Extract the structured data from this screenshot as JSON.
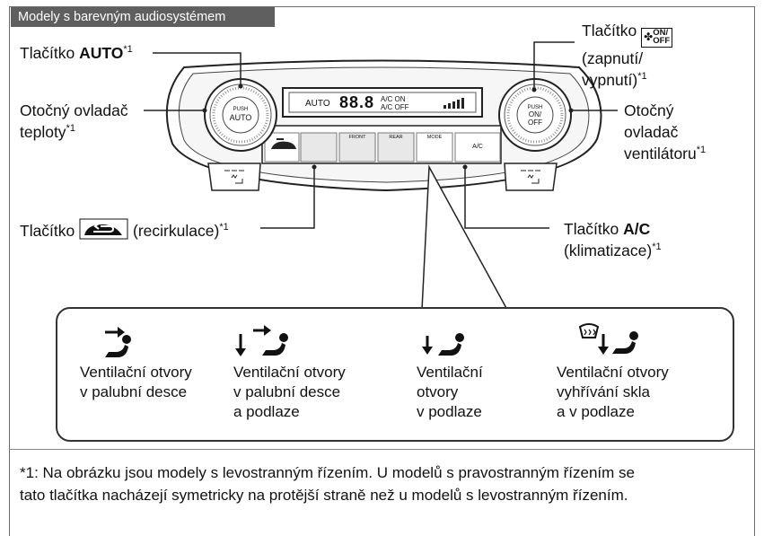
{
  "header": {
    "title": "Modely s barevným audiosystémem"
  },
  "labels": {
    "auto_prefix": "Tlačítko ",
    "auto_bold": "AUTO",
    "auto_sup": "*1",
    "temp_line1": "Otočný ovladač",
    "temp_line2": "teploty",
    "temp_sup": "*1",
    "recirc_prefix": "Tlačítko",
    "recirc_suffix": "(recirkulace)",
    "recirc_sup": "*1",
    "onoff_prefix": "Tlačítko",
    "onoff_line2": "(zapnutí/",
    "onoff_line3": "vypnutí)",
    "onoff_sup": "*1",
    "fan_line1": "Otočný",
    "fan_line2": "ovladač",
    "fan_line3": "ventilátoru",
    "fan_sup": "*1",
    "ac_prefix": "Tlačítko ",
    "ac_bold": "A/C",
    "ac_line2": "(klimatizace)",
    "ac_sup": "*1"
  },
  "panel": {
    "left_knob_top": "PUSH",
    "left_knob_bottom": "AUTO",
    "right_knob_top": "PUSH",
    "right_knob_on": "ON/",
    "right_knob_off": "OFF",
    "display_auto": "AUTO",
    "display_temp": "88.8",
    "display_ac_on": "A/C ON",
    "display_ac_off": "A/C OFF",
    "btn_front": "FRONT",
    "btn_rear": "REAR",
    "btn_mode": "MODE",
    "btn_ac": "A/C",
    "onoff_icon_on": "ON/",
    "onoff_icon_off": "OFF"
  },
  "vents": [
    {
      "icon": "dash-vent-icon",
      "line1": "Ventilační otvory",
      "line2": "v palubní desce",
      "line3": ""
    },
    {
      "icon": "dash-floor-vent-icon",
      "line1": "Ventilační otvory",
      "line2": "v palubní desce",
      "line3": "a podlaze"
    },
    {
      "icon": "floor-vent-icon",
      "line1": "Ventilační",
      "line2": "otvory",
      "line3": "v podlaze"
    },
    {
      "icon": "defrost-floor-vent-icon",
      "line1": "Ventilační otvory",
      "line2": "vyhřívání skla",
      "line3": "a v podlaze"
    }
  ],
  "footnote": {
    "line1": "*1: Na obrázku jsou modely s levostranným řízením. U modelů s pravostranným řízením se",
    "line2": "tato tlačítka nacházejí symetricky na protější straně než u modelů s levostranným řízením."
  }
}
